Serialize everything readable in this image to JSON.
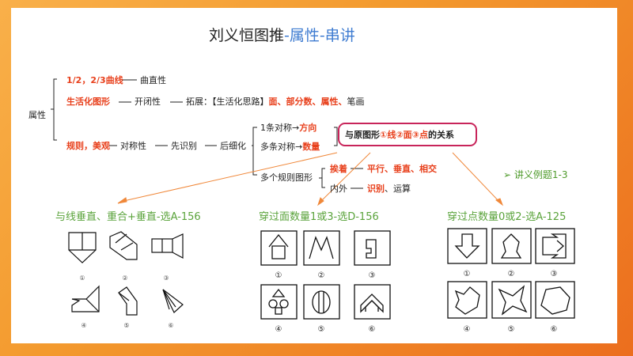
{
  "title": {
    "main": "刘义恒图推",
    "sub": "-属性-串讲"
  },
  "tree": {
    "root": "属性",
    "curve": {
      "num": "1/2，2/3曲线",
      "rest": "曲直性"
    },
    "life": {
      "head": "生活化图形",
      "closed": "开闭性",
      "expand": "拓展：【生活化思路】",
      "items_red": "面、部分数、属性、",
      "items_end": "笔画"
    },
    "regular": {
      "head": "规则，美观",
      "sym": "对称性",
      "first": "先识别",
      "then": "后细化"
    },
    "one_axis": {
      "pre": "1条对称→",
      "red": "方向"
    },
    "multi_axis": {
      "pre": "多条对称→",
      "red": "数量"
    },
    "relation": {
      "pre": "与原图形",
      "red": "①线②面③点",
      "post": "的关系"
    },
    "multi_regular": "多个规则图形",
    "adjacent": {
      "head": "挨着",
      "items": "平行、垂直、相交"
    },
    "inout": {
      "head": "内外",
      "red": "识别",
      "post": "、运算"
    }
  },
  "tip": "讲义例题1-3",
  "figures": [
    {
      "label": "与线垂直、重合+垂直-选A-156",
      "nums": [
        "①",
        "②",
        "③",
        "④",
        "⑤",
        "⑥"
      ]
    },
    {
      "label": "穿过面数量1或3-选D-156",
      "nums": [
        "①",
        "②",
        "③",
        "④",
        "⑤",
        "⑥"
      ]
    },
    {
      "label": "穿过点数量0或2-选A-125",
      "nums": [
        "①",
        "②",
        "③",
        "④",
        "⑤",
        "⑥"
      ]
    }
  ],
  "colors": {
    "accent_red": "#e8401c",
    "title_blue": "#3f7cd1",
    "green": "#5aa33b",
    "highlight_border": "#c8245a",
    "arrow": "#f0883a"
  }
}
